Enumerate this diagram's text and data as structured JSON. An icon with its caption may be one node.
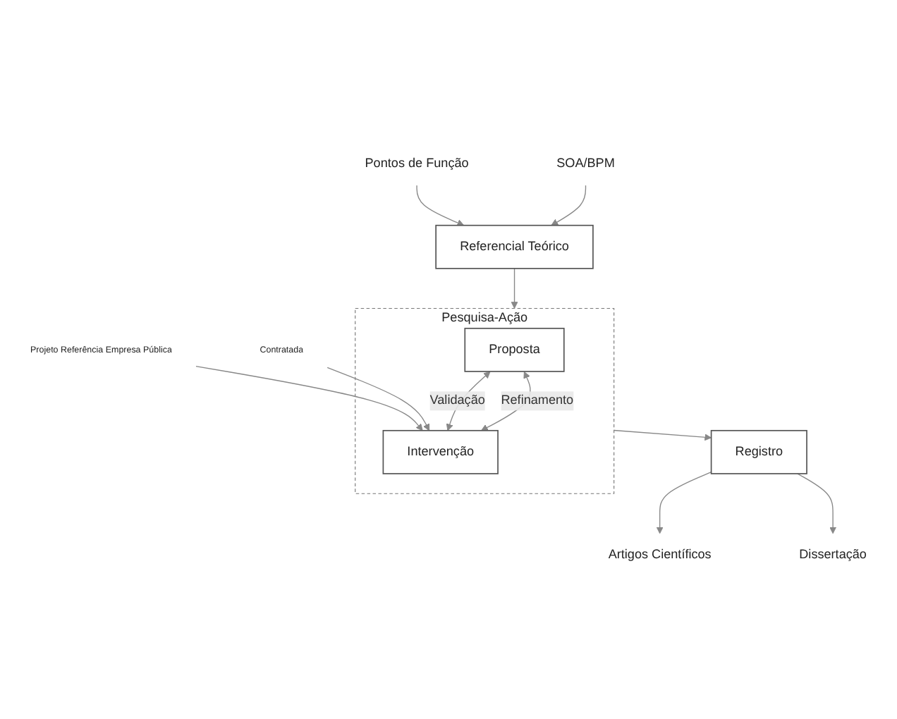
{
  "diagram": {
    "nodes": [
      {
        "text": [
          "SOA/BPM"
        ]
      },
      {
        "text": [
          "Pontos de Função"
        ]
      },
      {
        "text": [
          "Referencial Teórico"
        ]
      },
      {
        "text": [
          "Pesquisa-Ação"
        ]
      },
      {
        "text": [
          "Proposta"
        ],
        "in": 3
      },
      {
        "text": [
          "Intervenção"
        ],
        "in": 3
      },
      {
        "text": [
          "Contratada"
        ]
      },
      {
        "text": [
          "Projeto Referência Empresa Pública"
        ]
      },
      {
        "text": [
          "Registro"
        ]
      },
      {
        "text": [
          "Artigos Científicos"
        ]
      },
      {
        "text": [
          "Dissertação"
        ]
      }
    ],
    "edges": [
      {
        "from": 0,
        "to": 2,
        "arrow": "to"
      },
      {
        "from": 1,
        "to": 2,
        "arrow": "to"
      },
      {
        "from": 2,
        "to": 3,
        "arrow": "to"
      },
      {
        "from": 4,
        "to": 5,
        "arrow": "both",
        "label": "Refinamento"
      },
      {
        "from": 4,
        "to": 5,
        "arrow": "both",
        "label": "Validação"
      },
      {
        "from": 6,
        "to": 5,
        "arrow": "to"
      },
      {
        "from": 7,
        "to": 5,
        "arrow": "to"
      },
      {
        "from": 3,
        "to": 8,
        "arrow": "to"
      },
      {
        "from": 8,
        "to": 9,
        "arrow": "to"
      },
      {
        "from": 8,
        "to": 10,
        "arrow": "to"
      }
    ]
  }
}
